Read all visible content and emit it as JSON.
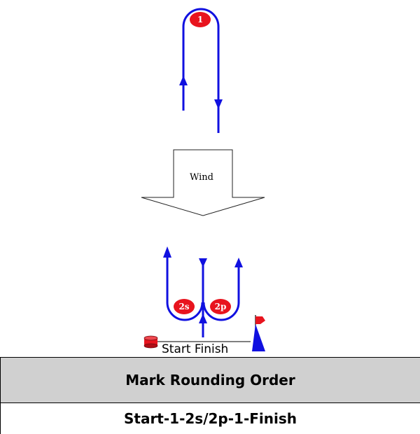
{
  "diagram": {
    "marks": {
      "mark_1": "1",
      "mark_2s": "2s",
      "mark_2p": "2p"
    },
    "wind_label": "Wind",
    "start_finish_label": "Start Finish",
    "colors": {
      "course_line": "#1010e0",
      "mark_fill": "#e8141e",
      "flag": "#e8141e",
      "committee_boat": "#1010e0",
      "pin_buoy": "#e8141e"
    }
  },
  "table": {
    "header": "Mark Rounding Order",
    "order": "Start-1-2s/2p-1-Finish"
  }
}
